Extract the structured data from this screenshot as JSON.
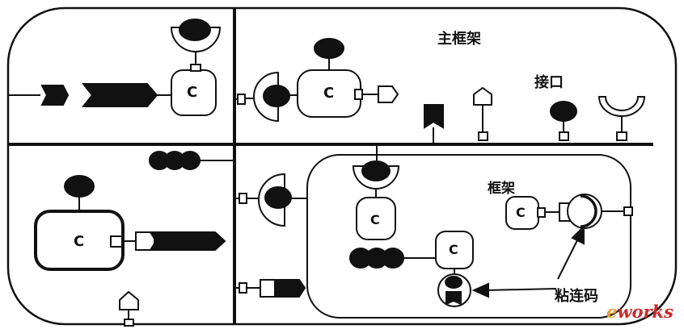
{
  "labels": {
    "main_framework": "主框架",
    "interface": "接口",
    "framework": "框架",
    "glue_code": "粘连码",
    "component": "C"
  },
  "watermark": {
    "prefix": "e",
    "suffix": "works"
  },
  "colors": {
    "ink": "#111111",
    "watermark_red": "#cc2a2a",
    "watermark_orange": "#e8a23a"
  }
}
